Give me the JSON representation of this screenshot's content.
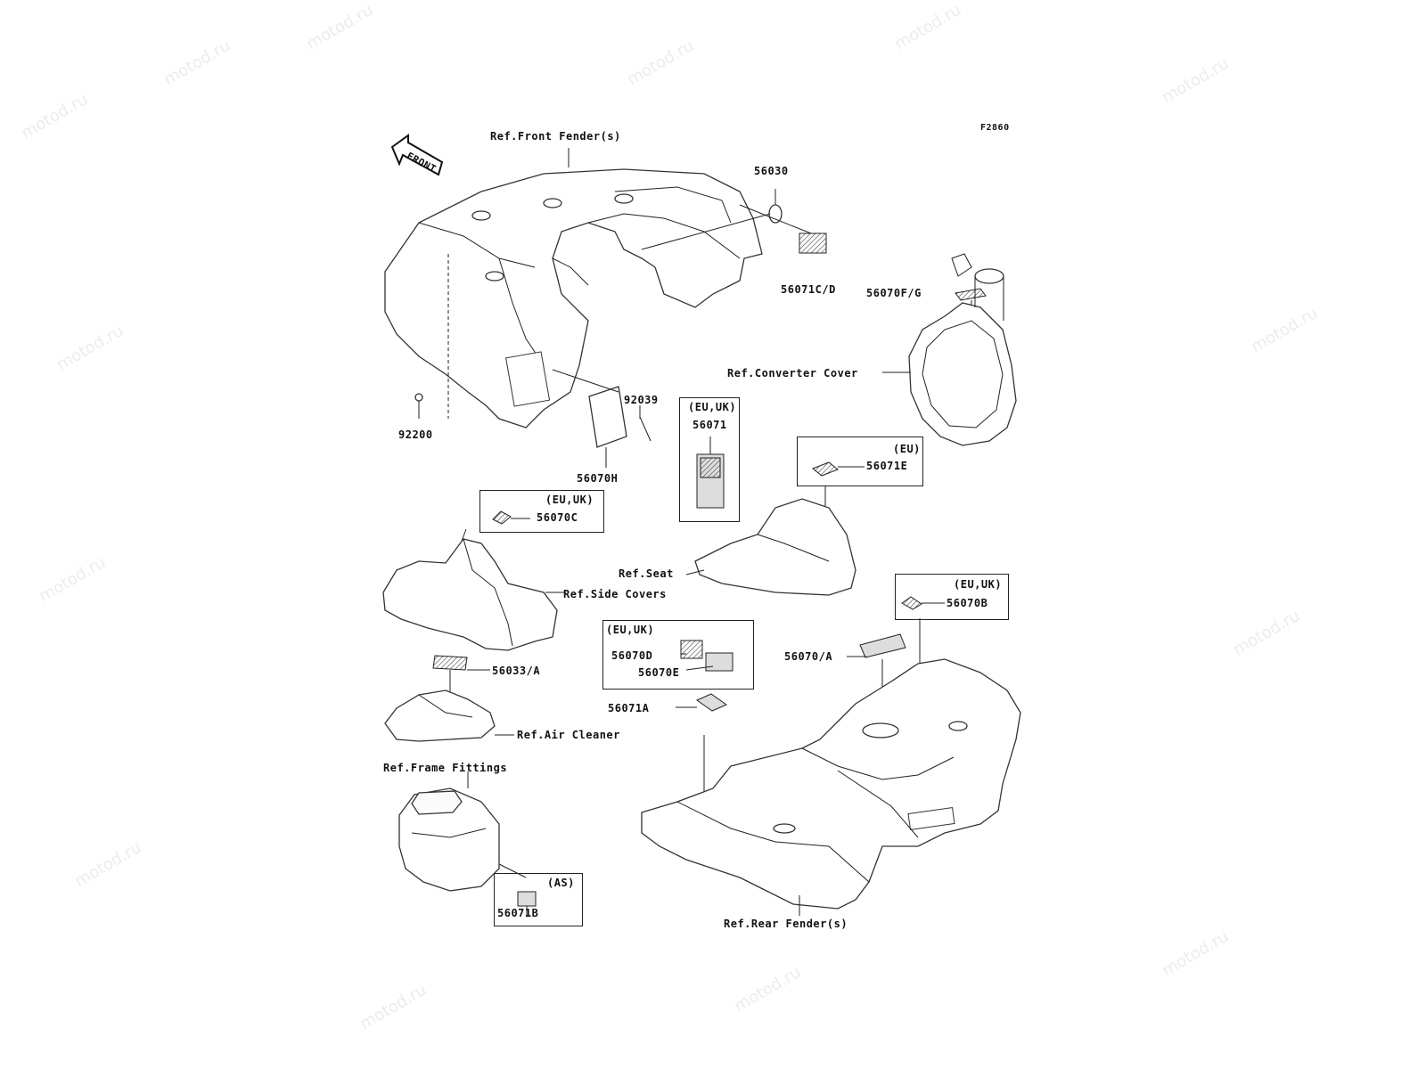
{
  "figure_code": "F2860",
  "front_arrow": "FRONT",
  "watermark": "motod.ru",
  "refs": {
    "front_fender": "Ref.Front Fender(s)",
    "converter_cover": "Ref.Converter Cover",
    "seat": "Ref.Seat",
    "side_covers": "Ref.Side Covers",
    "air_cleaner": "Ref.Air Cleaner",
    "frame_fittings": "Ref.Frame Fittings",
    "rear_fender": "Ref.Rear Fender(s)"
  },
  "parts": {
    "p56030": "56030",
    "p56071cd": "56071C/D",
    "p56070fg": "56070F/G",
    "p92039": "92039",
    "p92200": "92200",
    "p56070h": "56070H",
    "p56071": "56071",
    "p56071e": "56071E",
    "p56070c": "56070C",
    "p56070b": "56070B",
    "p56070d": "56070D",
    "p56070e": "56070E",
    "p56070a": "56070/A",
    "p56033a": "56033/A",
    "p56071a": "56071A",
    "p56071b": "56071B"
  },
  "regions": {
    "eu_uk": "(EU,UK)",
    "eu": "(EU)",
    "as": "(AS)"
  }
}
